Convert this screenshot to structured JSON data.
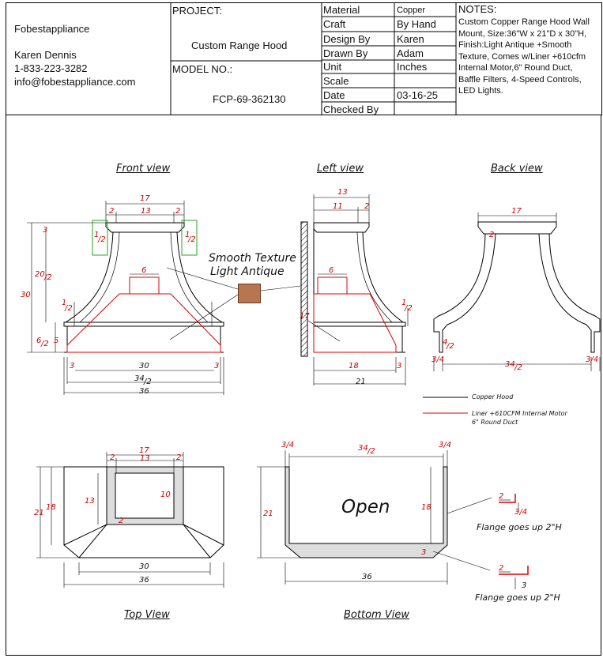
{
  "company": {
    "name": "Fobestappliance",
    "contact": "Karen Dennis",
    "phone": "1-833-223-3282",
    "email": "info@fobestappliance.com"
  },
  "project": {
    "label": "PROJECT:",
    "value": "Custom Range Hood",
    "model_label": "MODEL NO.:",
    "model_value": "FCP-69-362130"
  },
  "specs": [
    {
      "label": "Material",
      "value": "Copper"
    },
    {
      "label": "Craft",
      "value": "By Hand"
    },
    {
      "label": "Design By",
      "value": "Karen"
    },
    {
      "label": "Drawn By",
      "value": "Adam"
    },
    {
      "label": "Unit",
      "value": "Inches"
    },
    {
      "label": "Scale",
      "value": ""
    },
    {
      "label": "Date",
      "value": "03-16-25"
    },
    {
      "label": "Checked By",
      "value": ""
    }
  ],
  "notes": {
    "label": "NOTES:",
    "lines": [
      "Custom Copper Range Hood Wall",
      "Mount, Size:36\"W x 21\"D x 30\"H,",
      "Finish:Light Antique +Smooth",
      "Texture, Comes w/Liner +610cfm",
      "Internal Motor,6\" Round Duct,",
      "Baffle Filters, 4-Speed Controls,",
      "LED Lights."
    ]
  },
  "views": {
    "front": "Front view",
    "left": "Left view",
    "back": "Back view",
    "top": "Top View",
    "bottom": "Bottom View"
  },
  "finish_callout": [
    "Smooth Texture",
    "Light Antique"
  ],
  "finish_swatch_color": "#b87552",
  "legend": {
    "copper": "Copper Hood",
    "liner_line1": "Liner +610CFM Internal Motor",
    "liner_line2": "6\" Round Duct"
  },
  "open_label": "Open",
  "flange_note": "Flange goes up 2\"H",
  "dims": {
    "d17": "17",
    "d13": "13",
    "d2": "2",
    "d3": "3",
    "d30": "30",
    "d36": "36",
    "d6": "6",
    "d5": "5",
    "d11": "11",
    "d18": "18",
    "d21": "21",
    "d10": "10",
    "d_halfhalf": "1/2",
    "d_20half": "20",
    "d_6half": "6",
    "d_34half": "34",
    "d_4half": "4",
    "d_34": "3/4",
    "frac_half": "/2",
    "frac_quarter": "/4",
    "one": "1"
  }
}
